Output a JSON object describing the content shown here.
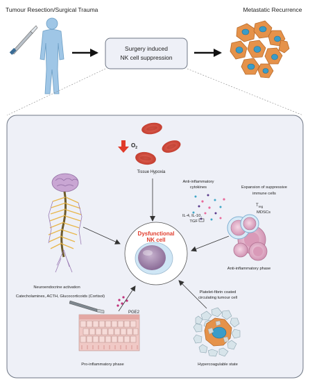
{
  "top": {
    "left_title": "Tumour Resection/Surgical Trauma",
    "right_title": "Metastatic Recurrence",
    "center_box_line1": "Surgery induced",
    "center_box_line2": "NK cell suppression"
  },
  "panel": {
    "center_line1": "Dysfunctional",
    "center_line2": "NK cell",
    "hypoxia": {
      "o2_label": "O",
      "o2_sub": "2",
      "caption": "Tissue Hypoxia"
    },
    "neuro": {
      "caption1": "Neuroendocrine activation",
      "caption2": "Catecholamines, ACTH, Glucocorticoids (Cortisol)"
    },
    "anti": {
      "cytokines_line1": "Anti-inflammatory",
      "cytokines_line2": "cytokines",
      "expansion_line1": "Expansion of suppressive",
      "expansion_line2": "immune cells",
      "treg_label": "T",
      "treg_sub": "reg",
      "mdsc_label": "MDSCs",
      "il_label": "IL-4, IL-10,",
      "tgf_label": "TGF",
      "caption": "Anti-inflammatory phase"
    },
    "pro": {
      "pge2_label": "PGE2",
      "caption": "Pro-inflammatory phase"
    },
    "hyper": {
      "label_line1": "Platelet-fibrin coated",
      "label_line2": "circulating tumour cell",
      "caption": "Hypercoagulable state"
    }
  },
  "colors": {
    "red": "#e03a2a",
    "panel_bg": "#eef0f7",
    "body_blue": "#9fc6e6",
    "rbc": "#d9483a",
    "nk_purple": "#a88bb0",
    "tumour_orange": "#e5924a",
    "tumour_nucleus": "#3a9cc8"
  }
}
